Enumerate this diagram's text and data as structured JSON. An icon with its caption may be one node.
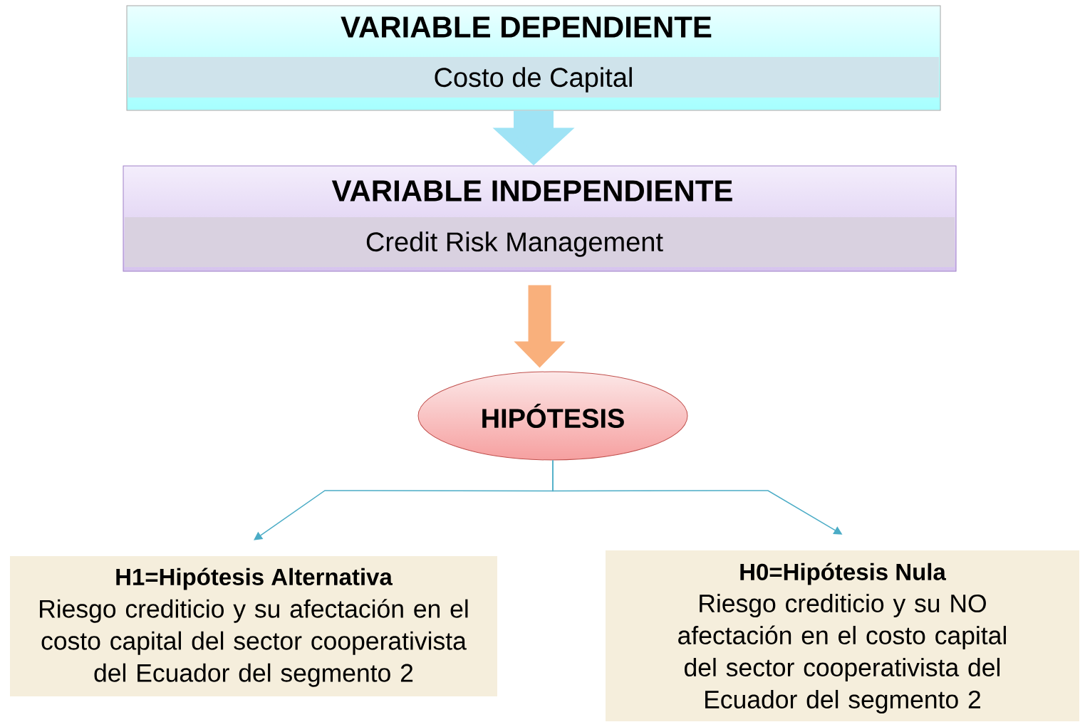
{
  "diagram": {
    "nodes": [
      {
        "text": [
          "VARIABLE DEPENDIENTE",
          "Costo de Capital"
        ]
      },
      {
        "text": [
          "VARIABLE INDEPENDIENTE",
          "Credit Risk Management"
        ]
      },
      {
        "text": [
          "HIPÓTESIS"
        ]
      },
      {
        "text": [
          "H1=Hipótesis Alternativa",
          "Riesgo crediticio y su afectación en el costo capital del sector cooperativista del Ecuador del segmento 2"
        ]
      },
      {
        "text": [
          "H0=Hipótesis Nula",
          "Riesgo crediticio y su NO afectación en el costo capital del sector cooperativista del Ecuador del segmento 2"
        ]
      }
    ],
    "edges": [
      {
        "from": 0,
        "to": 1,
        "arrow": "to",
        "style": "thick",
        "color": "#9fe3f5"
      },
      {
        "from": 1,
        "to": 2,
        "arrow": "to",
        "style": "thick",
        "color": "#f9b07c"
      },
      {
        "from": 2,
        "to": 3,
        "arrow": "to",
        "color": "#4bacc6"
      },
      {
        "from": 2,
        "to": 4,
        "arrow": "to",
        "color": "#4bacc6"
      }
    ]
  }
}
